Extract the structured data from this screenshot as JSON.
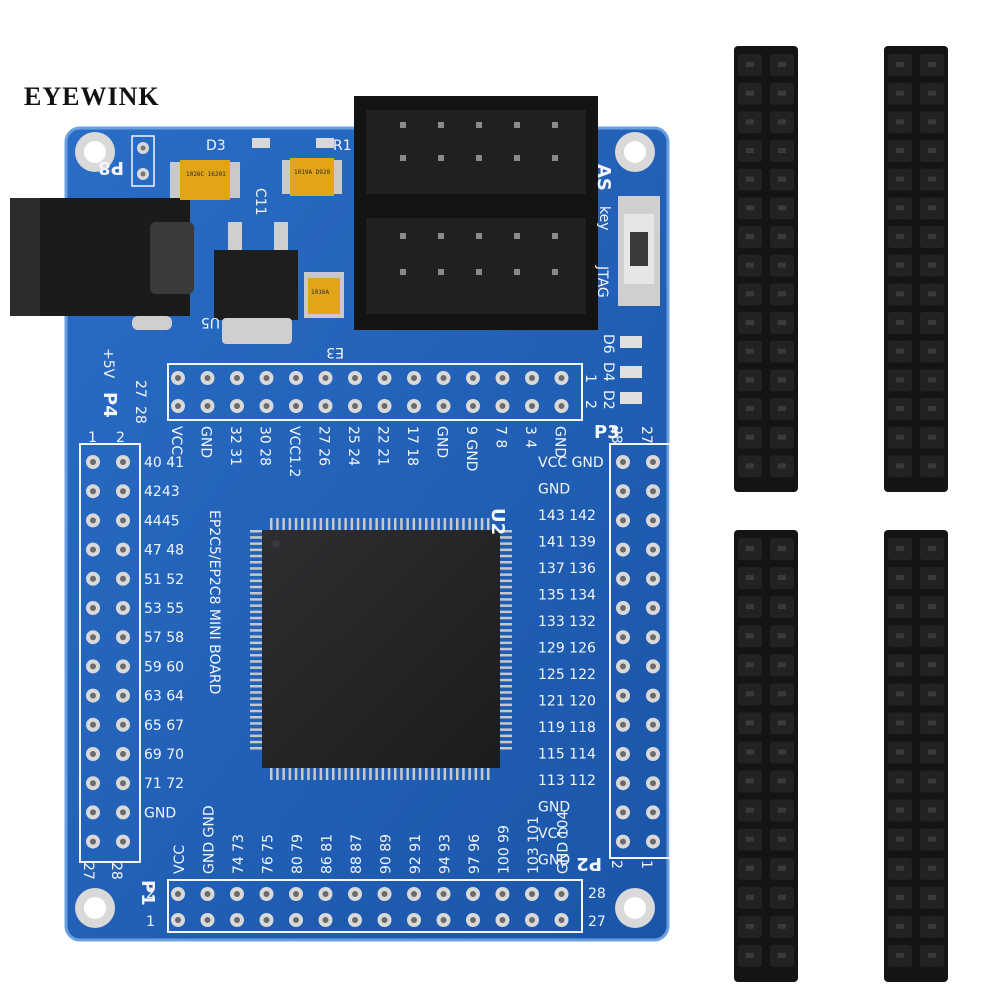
{
  "brand": "EYEWINK",
  "colors": {
    "pcb": "#1d5fb8",
    "pcb_edge": "#2a6fcc",
    "chip": "#252528",
    "header": "#151515",
    "silk": "#f2f5fb"
  },
  "board": {
    "power_labels": {
      "p8": "P8",
      "plus5v": "+5V",
      "u5": "U5",
      "c11": "C11",
      "d3": "D3",
      "r1": "R1",
      "e3": "E3"
    },
    "cap_texts": [
      "1026C 16201",
      "1019A D920",
      "1016A"
    ],
    "connector_labels": {
      "as": "AS",
      "key": "key",
      "jtag": "JTAG"
    },
    "leds": [
      "D6",
      "D4",
      "D2"
    ],
    "top_header": {
      "name": "P4",
      "row_numbers": [
        "27",
        "28"
      ],
      "pin1": "1",
      "pin2": "2",
      "pin_labels": [
        "VCC",
        "GND",
        "32 31",
        "30 28",
        "VCC1.2",
        "27 26",
        "25 24",
        "22 21",
        "17 18",
        "GND",
        "9 GND",
        "7 8",
        "3 4",
        "GND"
      ]
    },
    "left_header": {
      "name": "P1",
      "top_numbers": [
        "1",
        "2"
      ],
      "bottom_numbers": [
        "27",
        "28"
      ],
      "rows": [
        "40 41",
        "4243",
        "4445",
        "47 48",
        "51 52",
        "53 55",
        "57 58",
        "59 60",
        "63 64",
        "65 67",
        "69 70",
        "71 72",
        "GND"
      ]
    },
    "right_header": {
      "name": "P3",
      "top_numbers": [
        "28",
        "27"
      ],
      "bottom_numbers": [
        "2",
        "1"
      ],
      "rows": [
        "VCC GND",
        "GND",
        "143 142",
        "141 139",
        "137 136",
        "135 134",
        "133 132",
        "129 126",
        "125 122",
        "121 120",
        "119 118",
        "115 114",
        "113 112",
        "GND",
        "VCC",
        "GND"
      ]
    },
    "bottom_header": {
      "name": "P2",
      "left_numbers": [
        "2",
        "1"
      ],
      "right_numbers": [
        "28",
        "27"
      ],
      "pin_labels": [
        "VCC",
        "GND GND",
        "74 73",
        "76 75",
        "80 79",
        "86 81",
        "88 87",
        "90 89",
        "92 91",
        "94 93",
        "97 96",
        "100 99",
        "103 101",
        "GND 104"
      ]
    },
    "chip": {
      "ref": "U2",
      "label": "EP2C5/EP2C8 MINI BOARD"
    }
  }
}
